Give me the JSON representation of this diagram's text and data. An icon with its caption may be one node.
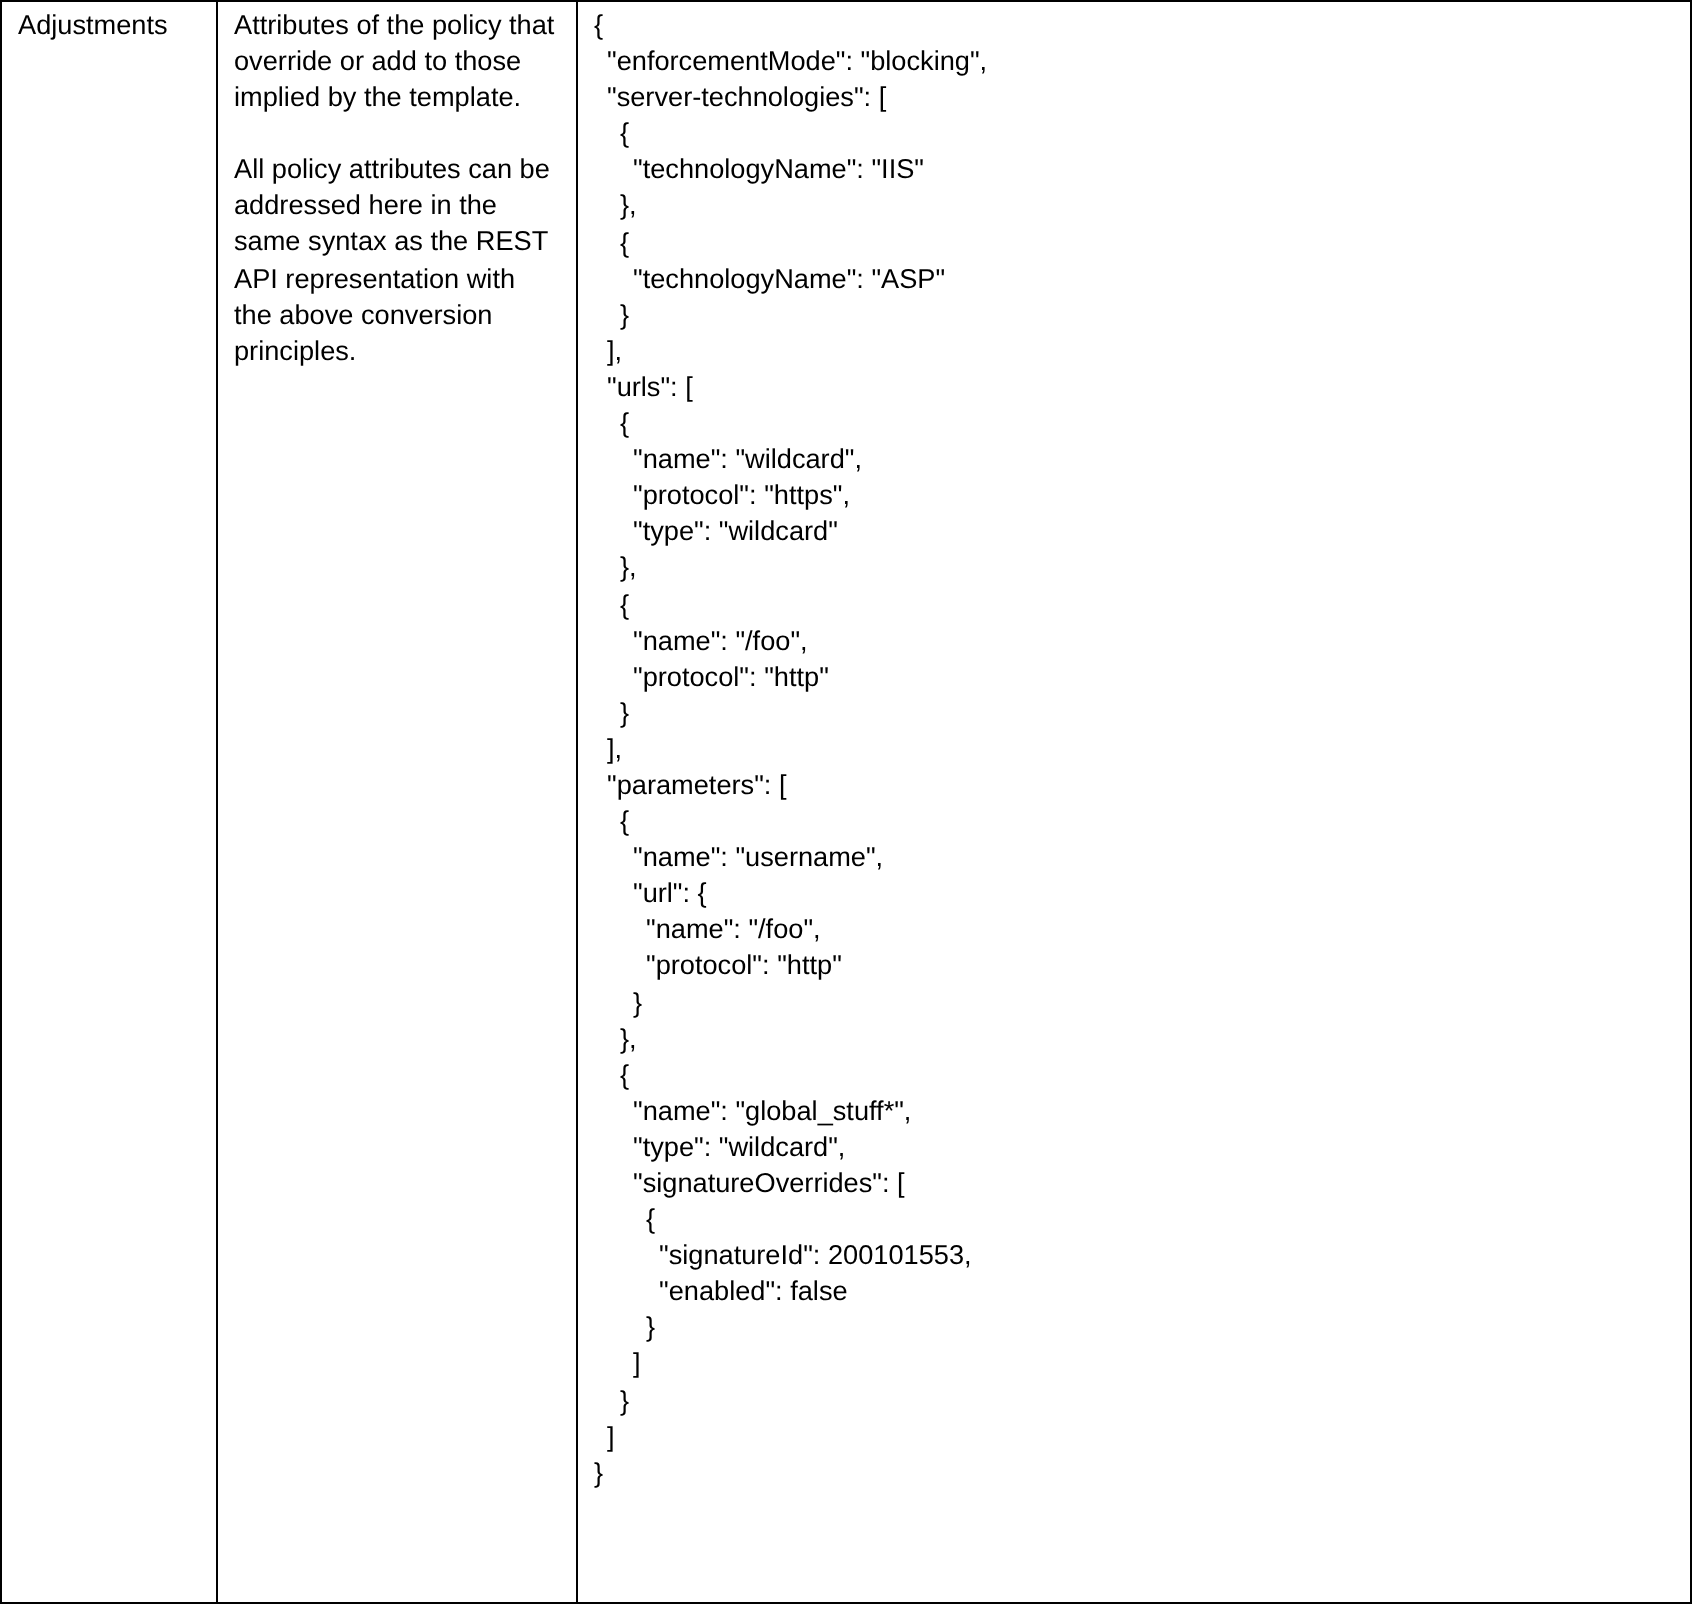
{
  "diagram": {
    "labels": [
      "Adjustments",
      "Attributes of the policy that override or add to those implied by the template.",
      "All policy attributes can be addressed here in the same syntax as the REST API representation with the above conversion principles.",
      "{",
      "\"enforcementMode\": \"blocking\",",
      "\"server-technologies\": [",
      "{",
      "\"technologyName\": \"IIS\"",
      "},",
      "{",
      "\"technologyName\": \"ASP\"",
      "}",
      "],",
      "\"urls\": [",
      "{",
      "\"name\": \"wildcard\",",
      "\"protocol\": \"https\",",
      "\"type\": \"wildcard\"",
      "},",
      "{",
      "\"name\": \"/foo\",",
      "\"protocol\": \"http\"",
      "}",
      "],",
      "\"parameters\": [",
      "{",
      "\"name\": \"username\",",
      "\"url\": {",
      "\"name\": \"/foo\",",
      "\"protocol\": \"http\"",
      "}",
      "},",
      "{",
      "\"name\": \"global_stuff*\",",
      "\"type\": \"wildcard\",",
      "\"signatureOverrides\": [",
      "{",
      "\"signatureId\": 200101553,",
      "\"enabled\": false",
      "}",
      "]",
      "}",
      "]",
      "}"
    ]
  }
}
